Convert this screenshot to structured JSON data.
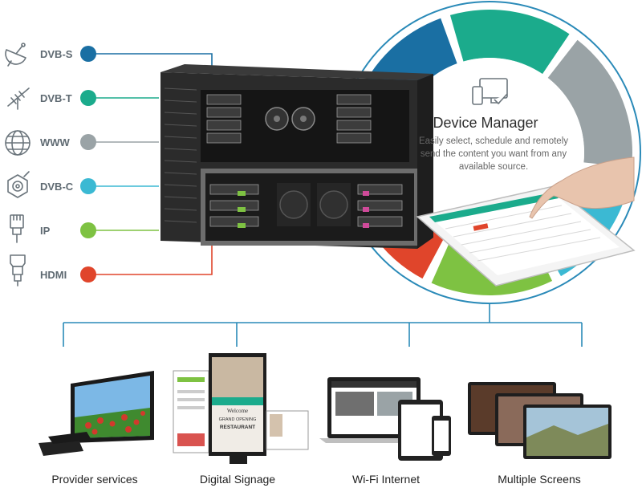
{
  "sources": [
    {
      "label": "DVB-S",
      "icon": "satellite-dish-icon",
      "color": "#1a6fa3"
    },
    {
      "label": "DVB-T",
      "icon": "antenna-icon",
      "color": "#1bab8c"
    },
    {
      "label": "WWW",
      "icon": "globe-icon",
      "color": "#9aa3a6"
    },
    {
      "label": "DVB-C",
      "icon": "coax-connector-icon",
      "color": "#3bb9d3"
    },
    {
      "label": "IP",
      "icon": "ethernet-plug-icon",
      "color": "#7ec242"
    },
    {
      "label": "HDMI",
      "icon": "hdmi-plug-icon",
      "color": "#e0452b"
    }
  ],
  "ring_colors": [
    "#1a6fa3",
    "#1bab8c",
    "#9aa3a6",
    "#3bb9d3",
    "#7ec242",
    "#e0452b"
  ],
  "device_manager": {
    "title": "Device Manager",
    "description": "Easily select, schedule and remotely send the content you want from any available source.",
    "icon": "devices-check-icon"
  },
  "outputs": [
    {
      "label": "Provider services",
      "icon": "tv-settopbox-icon"
    },
    {
      "label": "Digital Signage",
      "icon": "signage-displays-icon"
    },
    {
      "label": "Wi-Fi Internet",
      "icon": "laptop-tablet-phone-icon"
    },
    {
      "label": "Multiple Screens",
      "icon": "multiple-screens-icon"
    }
  ],
  "signage_screen": {
    "line1": "Welcome",
    "line2": "GRAND OPENING",
    "line3": "RESTAURANT"
  },
  "connector_color": "#2a8ab8"
}
